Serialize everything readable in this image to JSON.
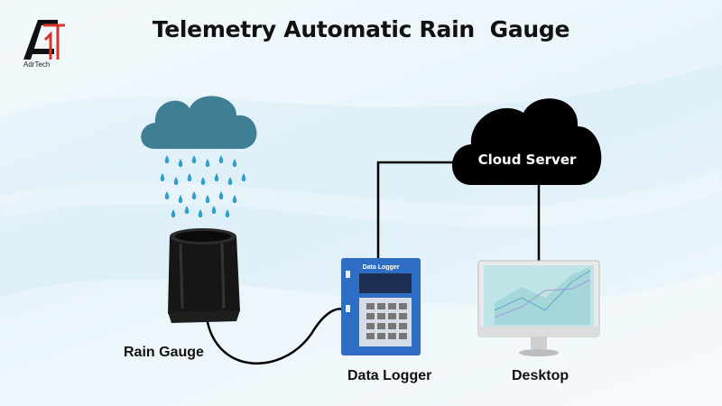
{
  "header": {
    "title": "Telemetry Automatic Rain  Gauge",
    "logo_text": "AdrTech"
  },
  "nodes": {
    "rain_gauge": "Rain Gauge",
    "data_logger": "Data Logger",
    "data_logger_panel": "Data Logger",
    "cloud_server": "Cloud Server",
    "desktop": "Desktop"
  },
  "colors": {
    "cloud": "#3f7f93",
    "raindrop": "#2f9fd0",
    "logger_body": "#2d6ec4",
    "server_cloud": "#000000",
    "monitor_screen": "#bfe3e6"
  }
}
